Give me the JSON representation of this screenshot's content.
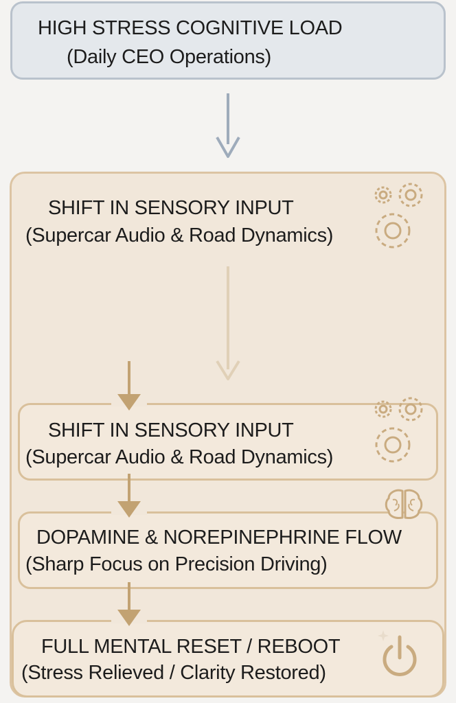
{
  "colors": {
    "top_box_fill": "#e4e8ec",
    "top_box_border": "#b9c2cc",
    "outer_box_fill": "#f1e7da",
    "inner_border": "#d9c09b",
    "arrow_gold": "#c2a272",
    "arrow_faded": "#e0d0b7",
    "arrow_gray": "#9eabbb",
    "icon_gold": "#c9ab80"
  },
  "top": {
    "title": "HIGH STRESS COGNITIVE LOAD",
    "subtitle": "(Daily CEO Operations)"
  },
  "stage1": {
    "title": "SHIFT IN SENSORY INPUT",
    "subtitle": "(Supercar Audio & Road Dynamics)",
    "icon": "gears-icon"
  },
  "stage2": {
    "title": "SHIFT IN SENSORY INPUT",
    "subtitle": "(Supercar Audio & Road Dynamics)",
    "icon": "gears-icon"
  },
  "stage3": {
    "title": "DOPAMINE & NOREPINEPHRINE FLOW",
    "subtitle": "(Sharp Focus on Precision Driving)",
    "icon": "brain-icon"
  },
  "stage4": {
    "title": "FULL MENTAL RESET / REBOOT",
    "subtitle": "(Stress Relieved / Clarity Restored)",
    "icon": "power-icon"
  }
}
